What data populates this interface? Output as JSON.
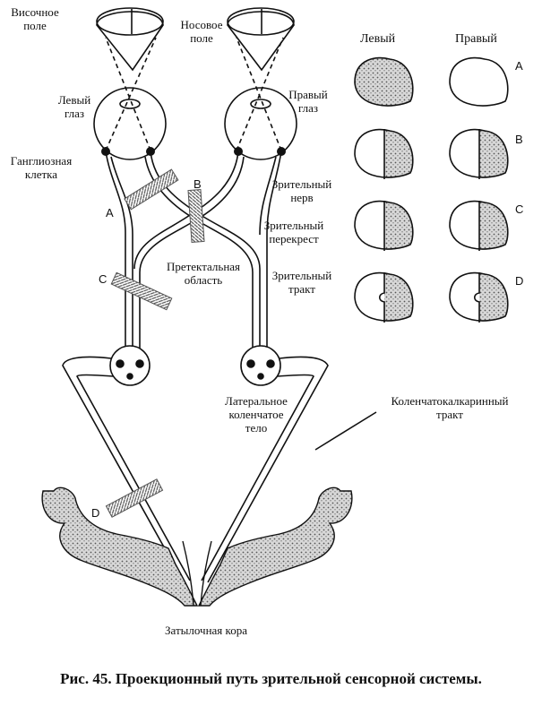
{
  "labels": {
    "temporal_field": "Височное\nполе",
    "nasal_field": "Носовое\nполе",
    "left_eye": "Левый\nглаз",
    "right_eye": "Правый\nглаз",
    "ganglion_cell": "Ганглиозная\nклетка",
    "optic_nerve": "Зрительный\nнерв",
    "chiasm": "Зрительный\nперекрест",
    "pretectal": "Претектальная\nобласть",
    "optic_tract": "Зрительный\nтракт",
    "lgn": "Латеральное\nколенчатое\nтело",
    "geniculocalcarine": "Коленчатокалкаринный\nтракт",
    "occipital_cortex": "Затылочная кора"
  },
  "lesion_letters": [
    "A",
    "B",
    "C",
    "D"
  ],
  "field_headers": {
    "left": "Левый",
    "right": "Правый"
  },
  "field_rows": [
    {
      "letter": "A",
      "left": "full",
      "right": "none"
    },
    {
      "letter": "B",
      "left": "right",
      "right": "right"
    },
    {
      "letter": "C",
      "left": "right",
      "right": "right"
    },
    {
      "letter": "D",
      "left": "right-notch",
      "right": "right-notch"
    }
  ],
  "caption": "Рис. 45. Проекционный путь зрительной сенсорной системы.",
  "colors": {
    "ink": "#111111",
    "shade": "#9a9a9a",
    "cortex": "#d4d4d4"
  }
}
